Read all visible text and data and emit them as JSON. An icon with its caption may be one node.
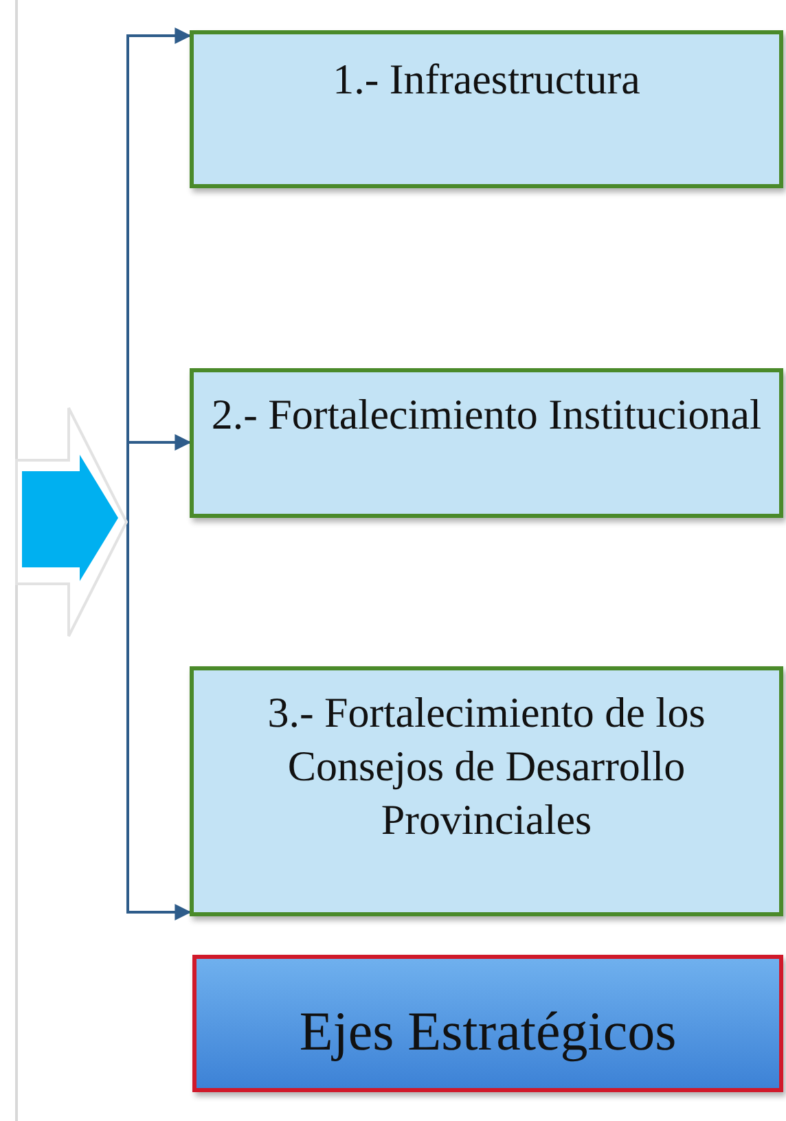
{
  "diagram": {
    "nodes": [
      {
        "text": [],
        "shape": "arrow"
      },
      {
        "text": [
          "1.-  Infraestructura"
        ]
      },
      {
        "text": [
          "2.- Fortalecimiento Institucional"
        ]
      },
      {
        "text": [
          "3.- Fortalecimiento de los Consejos de Desarrollo Provinciales"
        ]
      },
      {
        "text": [
          "Ejes Estratégicos"
        ]
      }
    ],
    "edges": [
      {
        "from": 0,
        "to": 1,
        "arrow": "to"
      },
      {
        "from": 0,
        "to": 2,
        "arrow": "to"
      },
      {
        "from": 0,
        "to": 3,
        "arrow": "to"
      }
    ]
  }
}
